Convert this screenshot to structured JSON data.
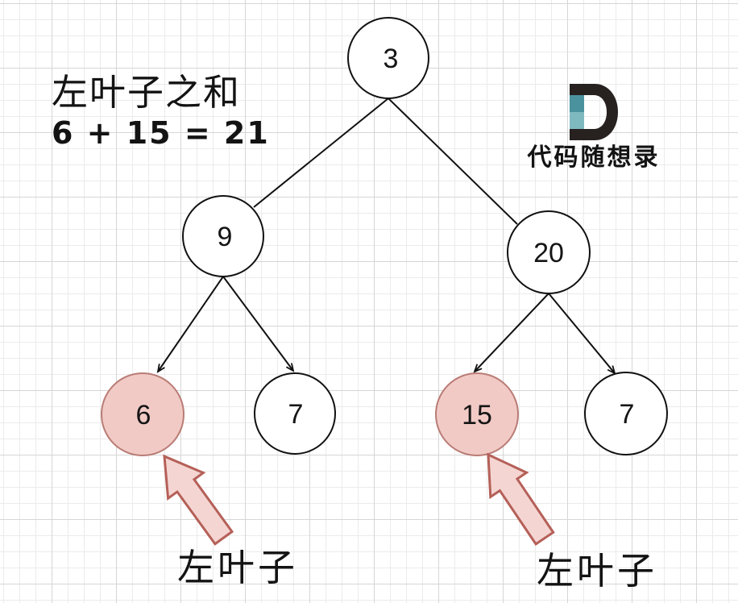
{
  "colors": {
    "grid_minor": "#ebebeb",
    "grid_major": "#d6d6d6",
    "edge": "#111111",
    "leaf_fill": "#f1cac6",
    "leaf_border": "#b97c75",
    "arrow_fill": "#f4d5d2",
    "arrow_stroke": "#b56058",
    "logo_dark": "#272120",
    "logo_teal_dark": "#4a929e",
    "logo_teal_light": "#7fb9c0"
  },
  "annotation": {
    "title": "左叶子之和",
    "equation": "6 + 15 = 21"
  },
  "logo": {
    "brand": "代码随想录",
    "mark": "D-logo"
  },
  "tree": {
    "nodes": [
      {
        "id": "root",
        "value": "3",
        "highlighted": false
      },
      {
        "id": "left",
        "value": "9",
        "highlighted": false
      },
      {
        "id": "right",
        "value": "20",
        "highlighted": false
      },
      {
        "id": "left-left",
        "value": "6",
        "highlighted": true
      },
      {
        "id": "left-right",
        "value": "7",
        "highlighted": false
      },
      {
        "id": "right-left",
        "value": "15",
        "highlighted": true
      },
      {
        "id": "right-right",
        "value": "7",
        "highlighted": false
      }
    ],
    "edges": [
      {
        "from": "3",
        "to": "9"
      },
      {
        "from": "3",
        "to": "20"
      },
      {
        "from": "9",
        "to": "6"
      },
      {
        "from": "9",
        "to": "7"
      },
      {
        "from": "20",
        "to": "15"
      },
      {
        "from": "20",
        "to": "7"
      }
    ]
  },
  "callouts": {
    "left": "左叶子",
    "right": "左叶子"
  }
}
